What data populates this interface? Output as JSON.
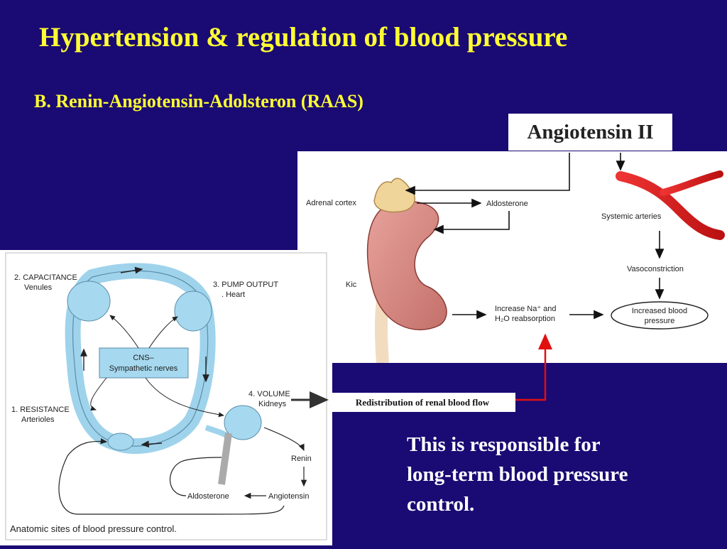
{
  "slide": {
    "title": "Hypertension & regulation of blood pressure",
    "subtitle": "B. Renin-Angiotensin-Adolsteron (RAAS)",
    "angiotensin_box": "Angiotensin II",
    "redistribution_box": "Redistribution of renal blood flow",
    "body_line1": "This is  responsible for",
    "body_line2": "long-term blood pressure",
    "body_line3": "control."
  },
  "left_diagram": {
    "capacitance": "2. CAPACITANCE",
    "venules": "Venules",
    "pump_output": "3. PUMP OUTPUT",
    "heart": ". Heart",
    "cns_line1": "CNS–",
    "cns_line2": "Sympathetic nerves",
    "volume": "4. VOLUME",
    "kidneys": "Kidneys",
    "resistance": "1. RESISTANCE",
    "arterioles": "Arterioles",
    "renin": "Renin",
    "aldosterone": "Aldosterone",
    "angiotensin": "Angiotensin",
    "caption": "Anatomic sites of blood pressure control."
  },
  "right_diagram": {
    "adrenal_cortex": "Adrenal cortex",
    "aldosterone": "Aldosterone",
    "systemic_arteries": "Systemic arteries",
    "vasoconstriction": "Vasoconstriction",
    "kidney_partial": "Kic",
    "increase_line1": "Increase Na⁺ and",
    "increase_line2": "H₂O reabsorption",
    "increased_bp_line1": "Increased blood",
    "increased_bp_line2": "pressure"
  },
  "colors": {
    "background": "#1a0a73",
    "title": "#ffff33",
    "red_arrow": "#e01010"
  }
}
